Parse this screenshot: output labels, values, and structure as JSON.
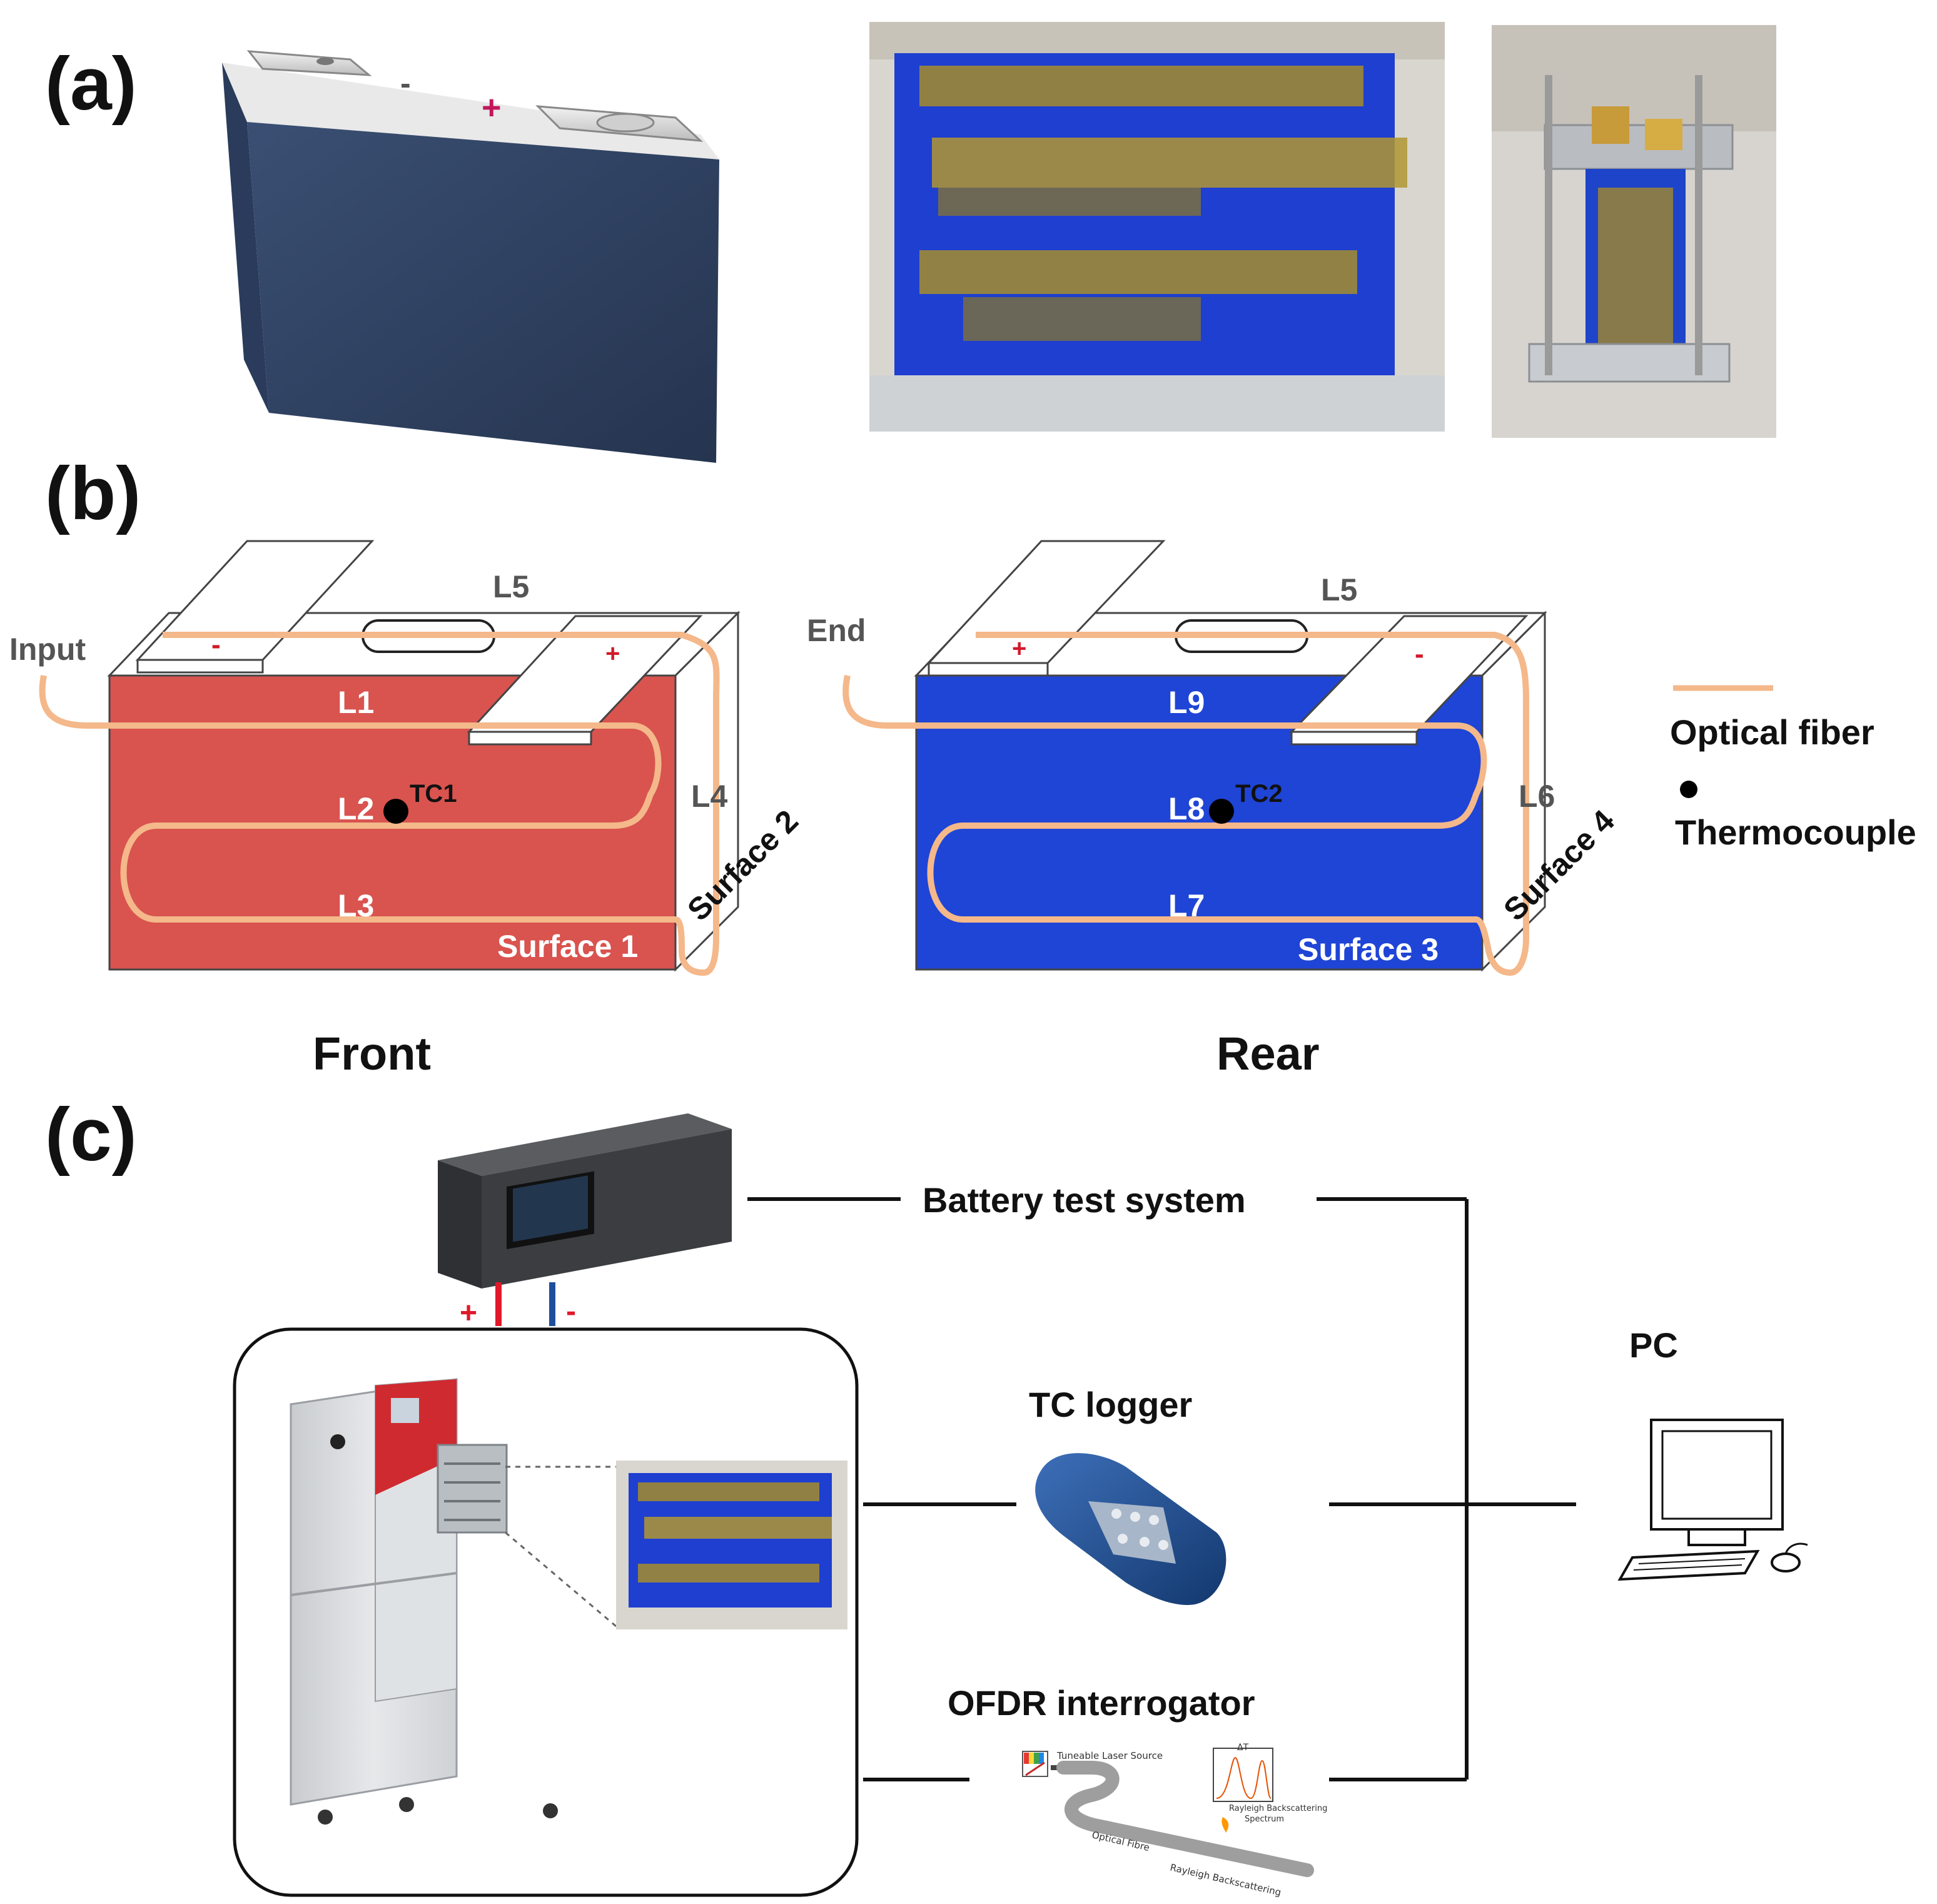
{
  "panels": {
    "a": "(a)",
    "b": "(b)",
    "c": "(c)"
  },
  "cell_terminals": {
    "negative": "-",
    "positive": "+"
  },
  "front": {
    "input": "Input",
    "l1": "L1",
    "l2": "L2",
    "l3": "L3",
    "l4": "L4",
    "l5": "L5",
    "tc": "TC1",
    "surface_a": "Surface 1",
    "surface_b": "Surface 2",
    "neg": "-",
    "pos": "+",
    "caption": "Front",
    "color": "#d9534f"
  },
  "rear": {
    "end": "End",
    "l5": "L5",
    "l6": "L6",
    "l7": "L7",
    "l8": "L8",
    "l9": "L9",
    "tc": "TC2",
    "surface_a": "Surface 3",
    "surface_b": "Surface 4",
    "pos": "+",
    "neg": "-",
    "caption": "Rear",
    "color": "#1f45d6"
  },
  "legend": {
    "optical_fiber": "Optical fiber",
    "thermocouple": "Thermocouple",
    "fiber_color": "#f4b88a"
  },
  "setup": {
    "battery_test_system": "Battery test system",
    "tc_logger": "TC logger",
    "ofdr": "OFDR interrogator",
    "pc": "PC",
    "plus": "+",
    "minus": "-",
    "ofdr_detail": {
      "laser": "Tuneable Laser Source",
      "fibre": "Optical Fibre",
      "backscatter": "Rayleigh Backscattering",
      "spectrum_1": "Rayleigh Backscattering",
      "spectrum_2": "Spectrum",
      "delta_t": "ΔT"
    }
  }
}
